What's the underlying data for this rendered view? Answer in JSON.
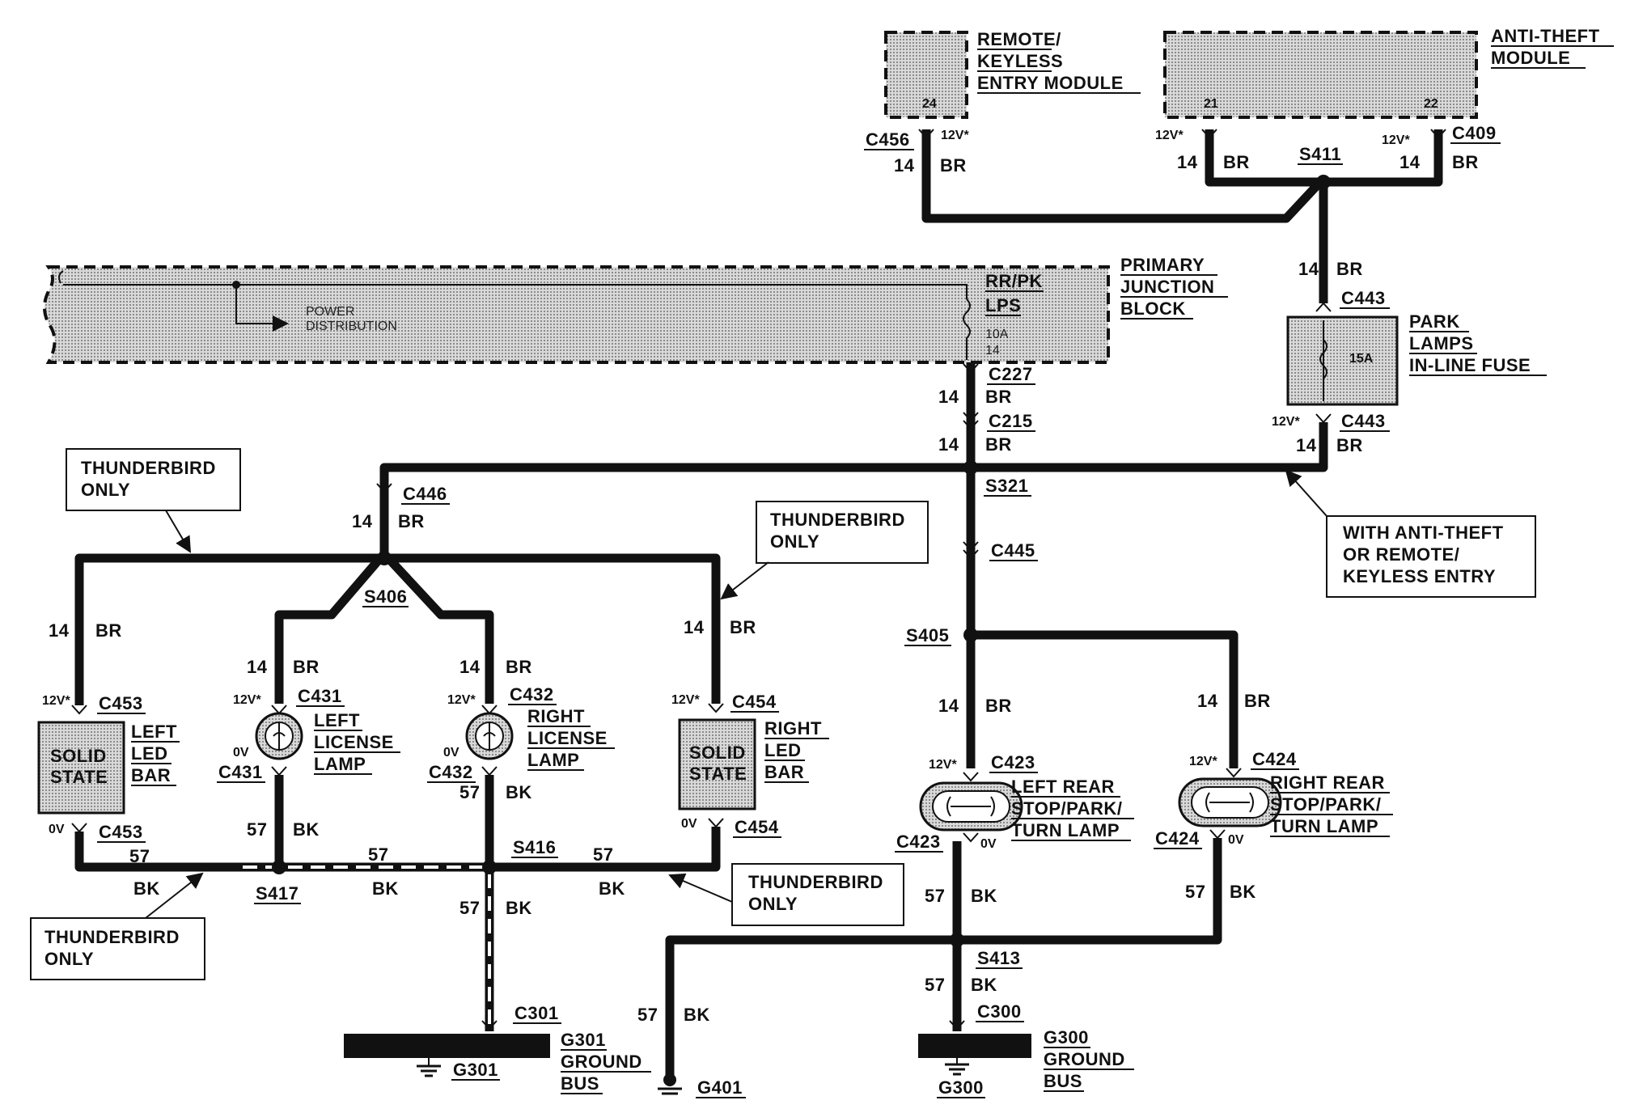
{
  "modules": {
    "rke": {
      "lines": [
        "REMOTE/",
        "KEYLESS",
        "ENTRY MODULE"
      ],
      "pin": "24"
    },
    "antitheft": {
      "lines": [
        "ANTI-THEFT",
        "MODULE"
      ],
      "pin_left": "21",
      "pin_right": "22"
    },
    "pjb": {
      "lines": [
        "PRIMARY",
        "JUNCTION",
        "BLOCK"
      ],
      "circuit": "RR/PK",
      "fuse_name": "LPS",
      "fuse_rating": "10A",
      "fuse_pin": "14",
      "power_label": [
        "POWER",
        "DISTRIBUTION"
      ]
    },
    "inline_fuse": {
      "lines": [
        "PARK",
        "LAMPS",
        "IN-LINE FUSE"
      ],
      "rating": "15A"
    }
  },
  "connectors": {
    "c456": "C456",
    "c409": "C409",
    "s411": "S411",
    "c443a": "C443",
    "c443b": "C443",
    "c227": "C227",
    "c215": "C215",
    "s321": "S321",
    "c446": "C446",
    "s406": "S406",
    "c445": "C445",
    "s405": "S405",
    "c453a": "C453",
    "c453b": "C453",
    "c431a": "C431",
    "c431b": "C431",
    "c432a": "C432",
    "c432b": "C432",
    "c454a": "C454",
    "c454b": "C454",
    "c423a": "C423",
    "c423b": "C423",
    "c424a": "C424",
    "c424b": "C424",
    "s416": "S416",
    "s417": "S417",
    "s413": "S413",
    "c301": "C301",
    "c300": "C300"
  },
  "wires": {
    "gauge14": "14",
    "br": "BR",
    "gauge57": "57",
    "bk": "BK",
    "v12": "12V*",
    "v0": "0V"
  },
  "components": {
    "left_led": {
      "body": [
        "SOLID",
        "STATE"
      ],
      "lines": [
        "LEFT",
        "LED",
        "BAR"
      ]
    },
    "right_led": {
      "body": [
        "SOLID",
        "STATE"
      ],
      "lines": [
        "RIGHT",
        "LED",
        "BAR"
      ]
    },
    "left_license": {
      "lines": [
        "LEFT",
        "LICENSE",
        "LAMP"
      ]
    },
    "right_license": {
      "lines": [
        "RIGHT",
        "LICENSE",
        "LAMP"
      ]
    },
    "left_rear": {
      "lines": [
        "LEFT REAR",
        "STOP/PARK/",
        "TURN LAMP"
      ]
    },
    "right_rear": {
      "lines": [
        "RIGHT REAR",
        "STOP/PARK/",
        "TURN LAMP"
      ]
    }
  },
  "grounds": {
    "g301": {
      "name": "G301",
      "lines": [
        "G301",
        "GROUND",
        "BUS"
      ]
    },
    "g300": {
      "name": "G300",
      "lines": [
        "G300",
        "GROUND",
        "BUS"
      ]
    },
    "g401": {
      "name": "G401"
    }
  },
  "notes": {
    "tb1": [
      "THUNDERBIRD",
      "ONLY"
    ],
    "tb2": [
      "THUNDERBIRD",
      "ONLY"
    ],
    "tb3": [
      "THUNDERBIRD",
      "ONLY"
    ],
    "tb4": [
      "THUNDERBIRD",
      "ONLY"
    ],
    "antitheft": [
      "WITH ANTI-THEFT",
      "OR REMOTE/",
      "KEYLESS ENTRY"
    ]
  }
}
